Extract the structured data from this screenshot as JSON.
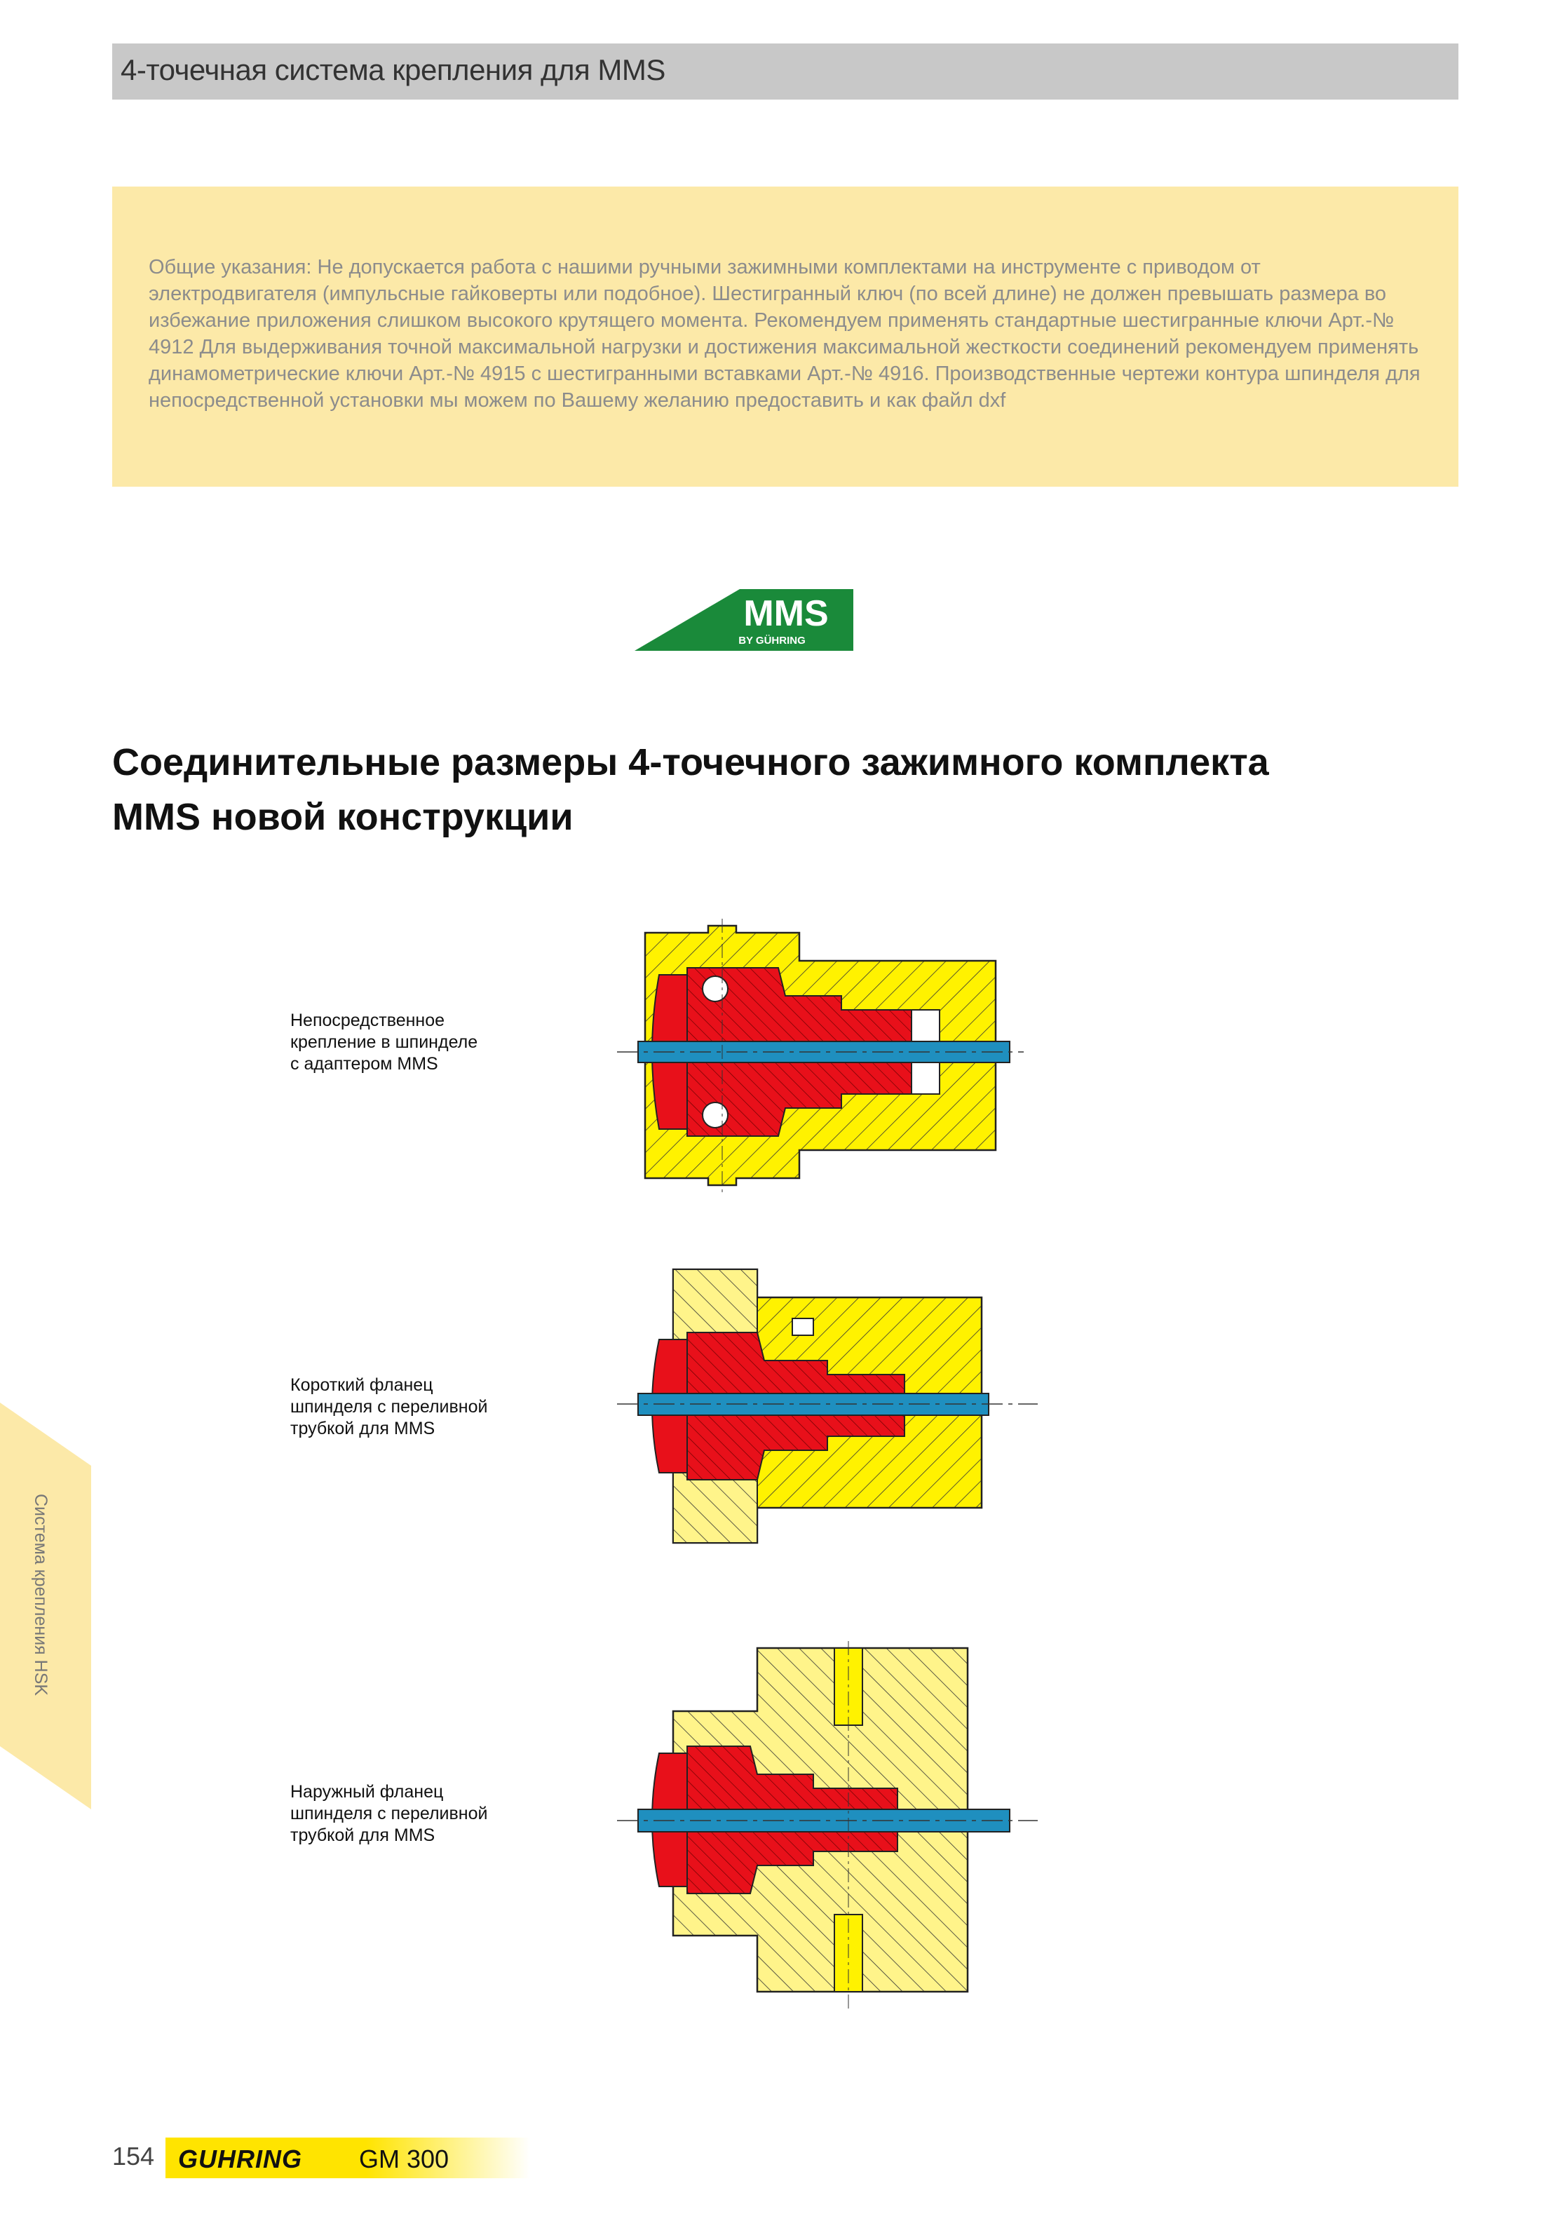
{
  "header": {
    "title": "4-точечная система крепления  для MMS"
  },
  "notice": {
    "text": "Общие указания: Не допускается работа с нашими ручными зажимными комплектами на инструменте с приводом от электродвигателя (импульсные гайковерты или подобное). Шестигранный ключ (по всей длине) не должен превышать размера во избежание приложения слишком высокого крутящего момента. Рекомендуем применять стандартные шестигранные ключи Арт.-№ 4912 Для выдерживания точной максимальной нагрузки и достижения максимальной жесткости соединений рекомендуем применять динамометрические ключи Арт.-№ 4915 с шестигранными вставками Арт.-№ 4916. Производственные чертежи контура шпинделя для непосредственной установки мы можем по Вашему желанию предоставить и как файл dxf"
  },
  "logo": {
    "text": "MMS",
    "subtext": "BY GÜHRING"
  },
  "main_title": {
    "line1": "Соединительные размеры  4-точечного зажимного комплекта",
    "line2": "MMS новой конструкции"
  },
  "drawings": [
    {
      "caption": [
        "Непосредственное",
        "крепление в шпинделе",
        "с адаптером MMS"
      ]
    },
    {
      "caption": [
        "Короткий фланец",
        "шпинделя с переливной",
        "трубкой для MMS"
      ]
    },
    {
      "caption": [
        "Наружный фланец",
        "шпинделя с переливной",
        "трубкой для MMS"
      ]
    }
  ],
  "side_tab": {
    "text": "Система крепления HSK"
  },
  "footer": {
    "page": "154",
    "brand": "GUHRING",
    "catalog": "GM 300"
  },
  "colors": {
    "header_bar": "#c8c8c8",
    "notice_bg": "#fce9a8",
    "logo_green": "#1a8a3a",
    "part_yellow": "#fff200",
    "part_red": "#e8101a",
    "part_blue": "#1f8fbf",
    "side_tab": "#fce9a8",
    "brand_yellow": "#ffe400"
  }
}
